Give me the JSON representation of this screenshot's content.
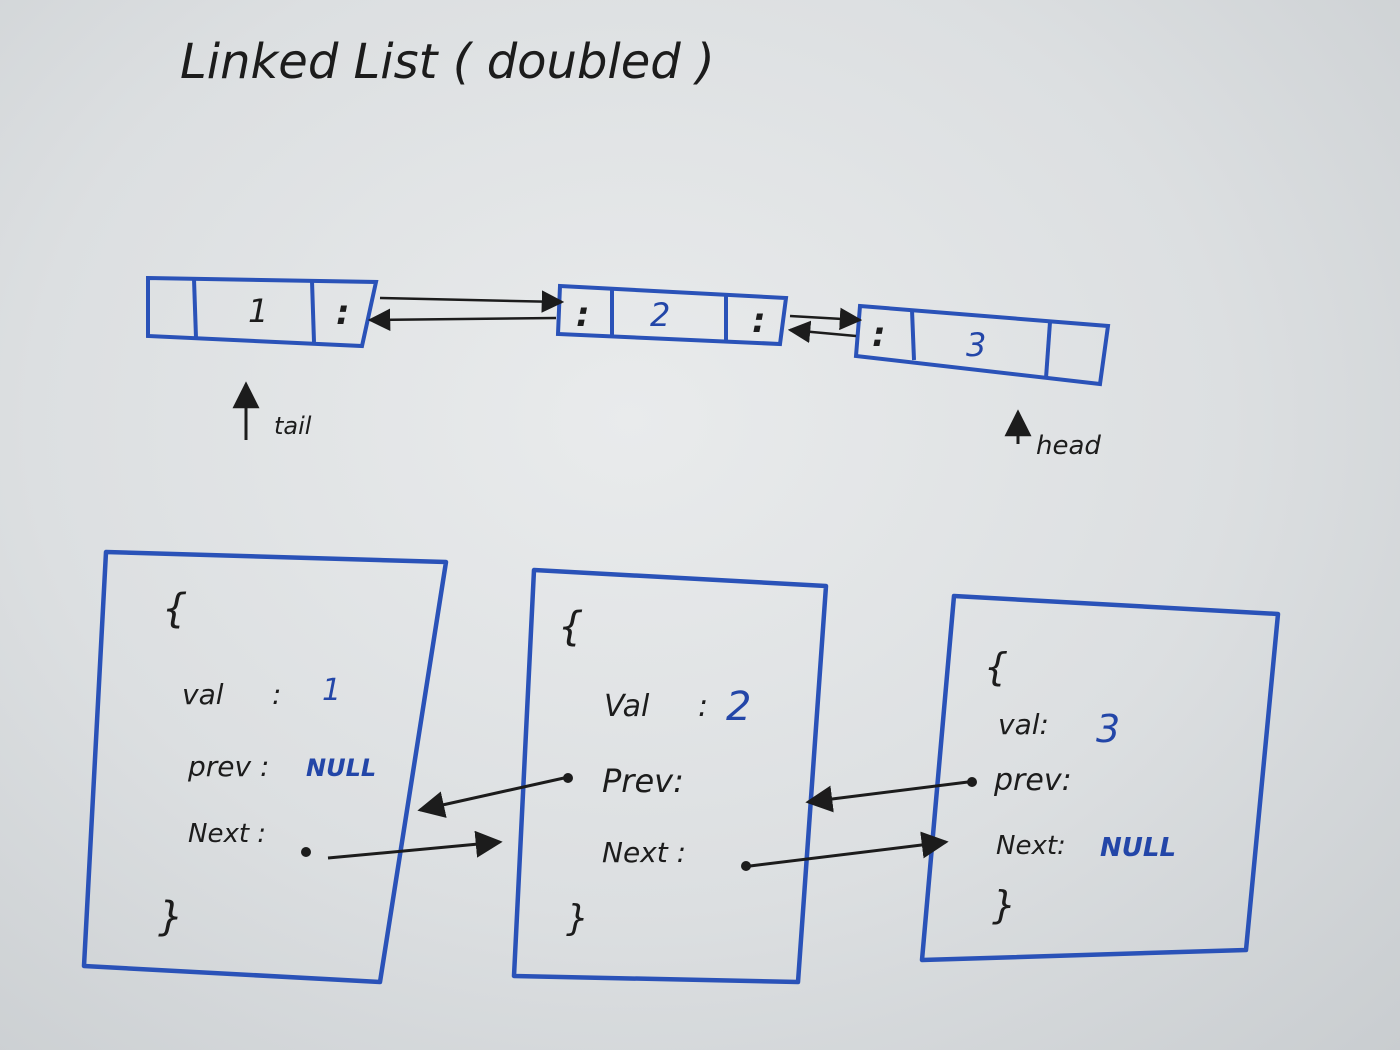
{
  "title": "Linked List ( doubled )",
  "colors": {
    "marker_blue": "#2a52b8",
    "marker_black": "#1c1c1c",
    "board": "#e4e7e9"
  },
  "list_nodes": [
    {
      "value": "1",
      "left_cell": "",
      "right_cell": ":"
    },
    {
      "value": "2",
      "left_cell": ":",
      "right_cell": ":"
    },
    {
      "value": "3",
      "left_cell": ":",
      "right_cell": ""
    }
  ],
  "pointers": {
    "tail": "tail",
    "head": "head"
  },
  "records": [
    {
      "open": "{",
      "val_label": "val",
      "val_sep": ":",
      "val": "1",
      "prev_label": "prev :",
      "prev": "NULL",
      "next_label": "Next :",
      "next": "",
      "close": "}"
    },
    {
      "open": "{",
      "val_label": "Val",
      "val_sep": ":",
      "val": "2",
      "prev_label": "Prev:",
      "prev": "",
      "next_label": "Next :",
      "next": "",
      "close": "}"
    },
    {
      "open": "{",
      "val_label": "val:",
      "val_sep": "",
      "val": "3",
      "prev_label": "prev:",
      "prev": "",
      "next_label": "Next:",
      "next": "NULL",
      "close": "}"
    }
  ]
}
